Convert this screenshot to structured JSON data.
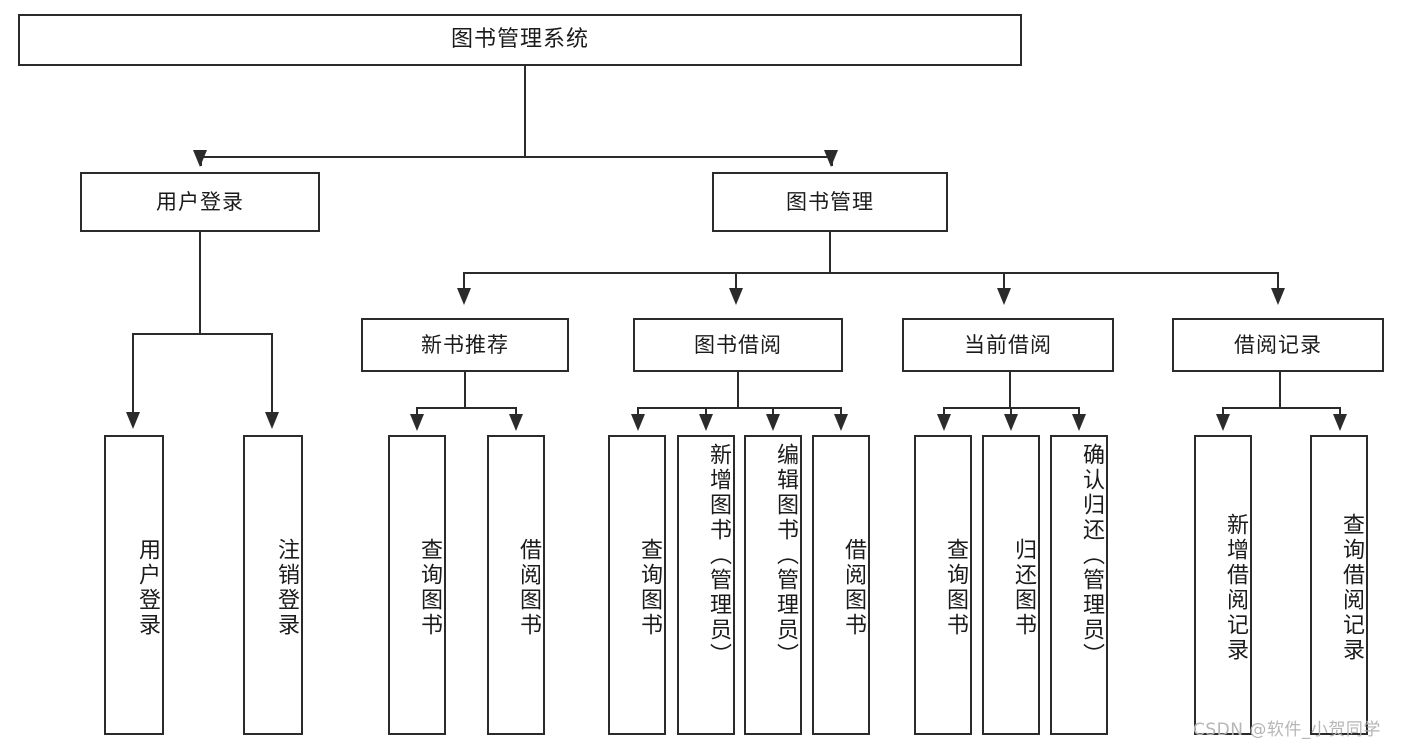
{
  "diagram": {
    "type": "tree-flowchart",
    "title": "图书管理系统",
    "watermark": "CSDN @软件_小贺同学",
    "colors": {
      "stroke": "#2b2b2b",
      "fill": "#ffffff",
      "text": "#1b1b1b",
      "watermark": "#b6b6b6"
    },
    "levels": {
      "level1": {
        "label": "图书管理系统"
      },
      "level2": [
        {
          "id": "user-login",
          "label": "用户登录"
        },
        {
          "id": "book-manage",
          "label": "图书管理"
        }
      ],
      "level3": [
        {
          "id": "new-book-rec",
          "label": "新书推荐"
        },
        {
          "id": "book-borrow",
          "label": "图书借阅"
        },
        {
          "id": "current-borrow",
          "label": "当前借阅"
        },
        {
          "id": "borrow-record",
          "label": "借阅记录"
        }
      ],
      "level4": {
        "user-login": [
          {
            "id": "leaf-user-login",
            "label": "用户登录"
          },
          {
            "id": "leaf-logout",
            "label": "注销登录"
          }
        ],
        "new-book-rec": [
          {
            "id": "leaf-query-book-1",
            "label": "查询图书"
          },
          {
            "id": "leaf-borrow-book-1",
            "label": "借阅图书"
          }
        ],
        "book-borrow": [
          {
            "id": "leaf-query-book-2",
            "label": "查询图书"
          },
          {
            "id": "leaf-add-book",
            "label": "新增图书（管理员）"
          },
          {
            "id": "leaf-edit-book",
            "label": "编辑图书（管理员）"
          },
          {
            "id": "leaf-borrow-book-2",
            "label": "借阅图书"
          }
        ],
        "current-borrow": [
          {
            "id": "leaf-query-book-3",
            "label": "查询图书"
          },
          {
            "id": "leaf-return-book",
            "label": "归还图书"
          },
          {
            "id": "leaf-confirm-return",
            "label": "确认归还（管理员）"
          }
        ],
        "borrow-record": [
          {
            "id": "leaf-add-record",
            "label": "新增借阅记录"
          },
          {
            "id": "leaf-query-record",
            "label": "查询借阅记录"
          }
        ]
      }
    }
  }
}
